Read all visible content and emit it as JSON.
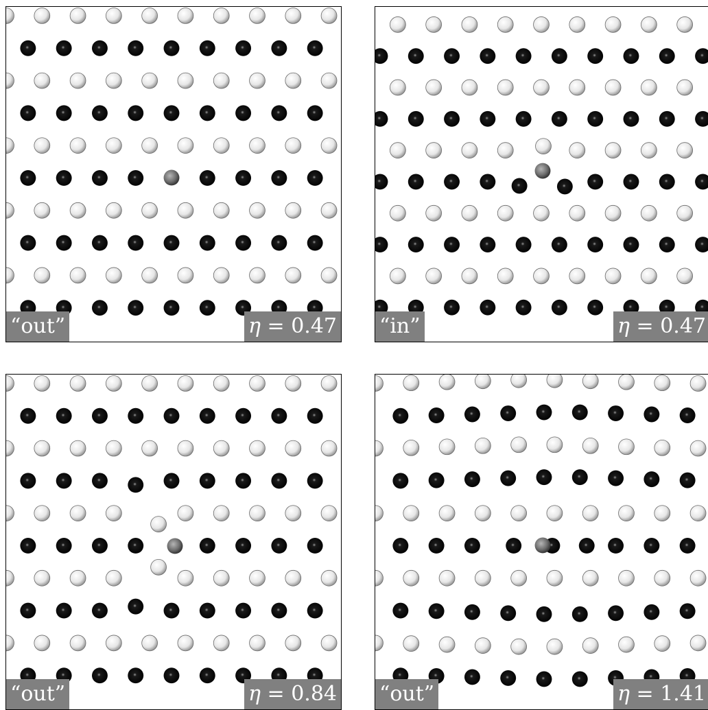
{
  "panels": [
    {
      "id": "top-left",
      "state_label": "“out”",
      "eta_symbol": "η",
      "eta_text": " = 0.47",
      "defect": "none"
    },
    {
      "id": "top-right",
      "state_label": "“in”",
      "eta_symbol": "η",
      "eta_text": " = 0.47",
      "defect": "interstitial"
    },
    {
      "id": "bottom-left",
      "state_label": "“out”",
      "eta_symbol": "η",
      "eta_text": " = 0.84",
      "defect": "displaced-white"
    },
    {
      "id": "bottom-right",
      "state_label": "“out”",
      "eta_symbol": "η",
      "eta_text": " = 1.41",
      "defect": "wavy"
    }
  ],
  "colors": {
    "black_particle": "#000000",
    "white_particle": "#e6e6e6",
    "impurity_particle": "#6e6e6e",
    "label_background": "#808080",
    "label_text": "#ffffff"
  }
}
